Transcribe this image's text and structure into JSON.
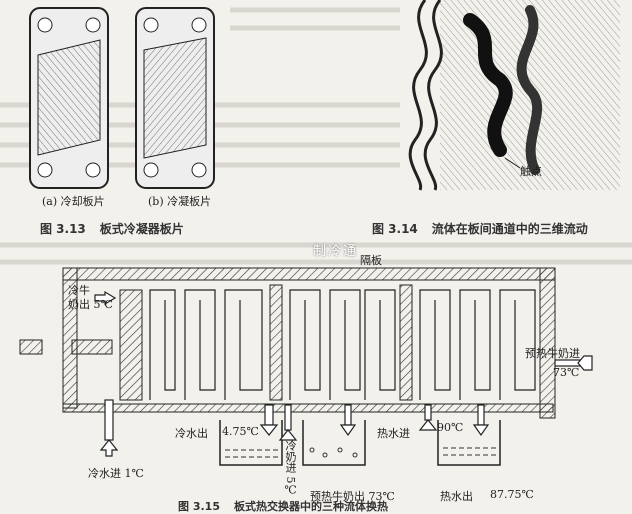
{
  "fig313": {
    "label_a": "(a) 冷却板片",
    "label_b": "(b) 冷凝板片",
    "caption_num": "图 3.13",
    "caption_text": "板式冷凝器板片"
  },
  "fig314": {
    "contact_label": "触点",
    "caption_num": "图 3.14",
    "caption_text": "流体在板间通道中的三维流动"
  },
  "fig315": {
    "partition": "隔板",
    "cold_milk_out": "冷牛",
    "cold_milk_out2": "奶出 5℃",
    "preheat_milk_in": "预热牛奶进",
    "preheat_milk_in_temp": "73℃",
    "cold_water_out": "冷水出",
    "cold_water_out_temp": "4.75℃",
    "cold_water_in": "冷水进 1℃",
    "cold_milk_in": "冷奶进 5℃",
    "preheat_milk_out": "预热牛奶出 73℃",
    "hot_water_in": "热水进",
    "hot_water_in_temp": "90℃",
    "hot_water_out": "热水出",
    "hot_water_out_temp": "87.75℃",
    "caption_num": "图 3.15",
    "caption_text": "板式热交换器中的三种流体换热"
  },
  "watermark": "制冷通"
}
